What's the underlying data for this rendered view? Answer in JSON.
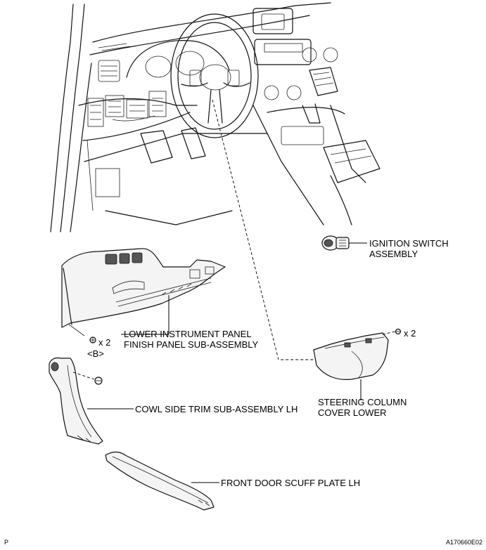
{
  "labels": {
    "ignition_switch": [
      "IGNITION SWITCH",
      "ASSEMBLY"
    ],
    "lower_panel": [
      "LOWER INSTRUMENT PANEL",
      "FINISH PANEL SUB-ASSEMBLY"
    ],
    "clip_count": "x 2",
    "clip_ref": "<B>",
    "screw_count": "x 2",
    "steering_cover": [
      "STEERING COLUMN",
      "COVER LOWER"
    ],
    "cowl_trim": "COWL SIDE TRIM SUB-ASSEMBLY LH",
    "scuff_plate": "FRONT DOOR SCUFF PLATE LH"
  },
  "corner_marks": {
    "left": "P",
    "right": "A170660E02"
  }
}
